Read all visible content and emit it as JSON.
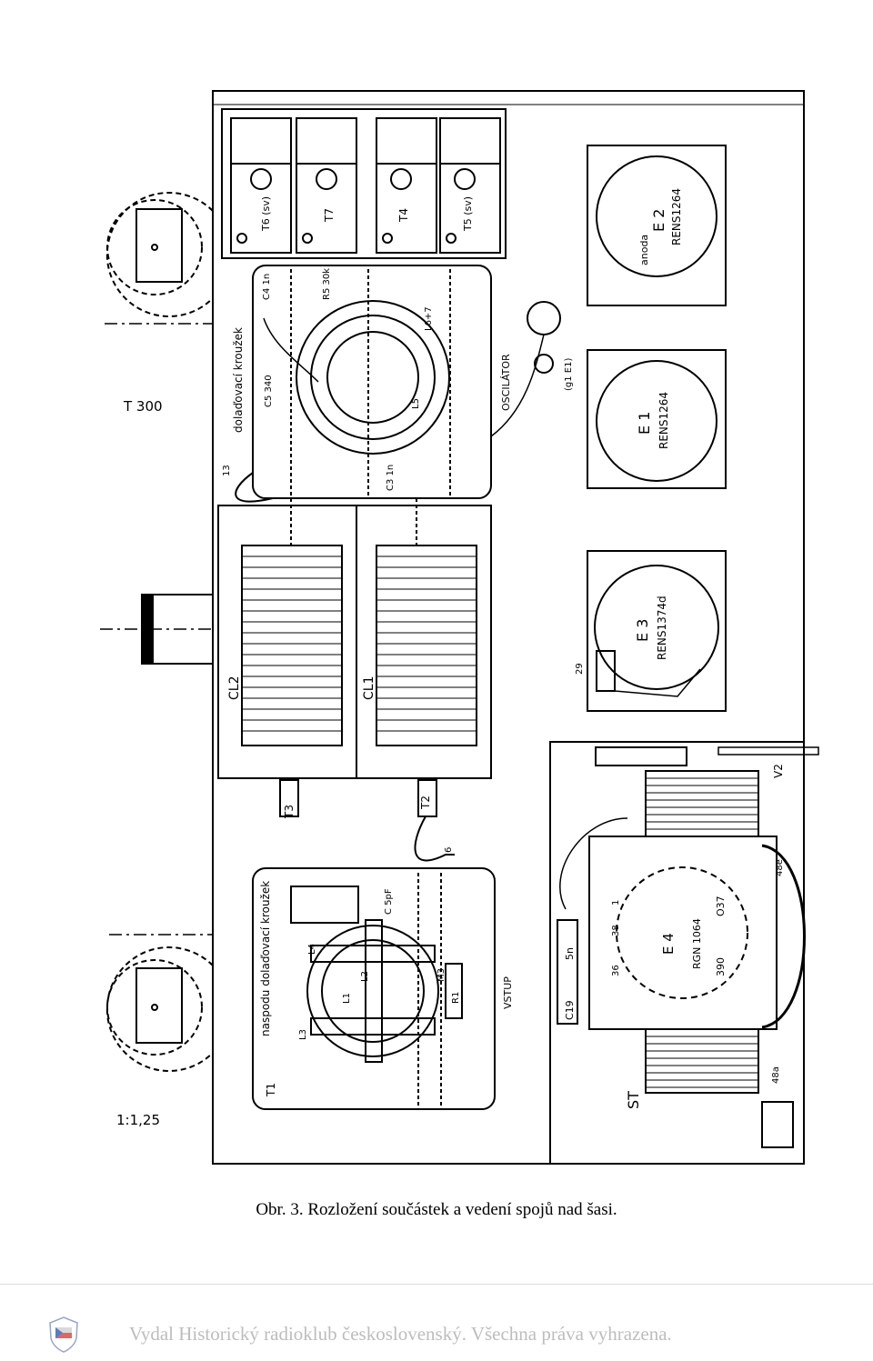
{
  "figure": {
    "caption": "Obr. 3. Rozložení součástek a vedení spojů nad šasi.",
    "scale": "1:1,25",
    "trimmers": [
      "T 300",
      "T1",
      "T2",
      "T3",
      "T4",
      "T5 (sv)",
      "T6 (sv)",
      "T7"
    ],
    "tubes": [
      {
        "id": "E 2",
        "type": "RENS1264",
        "note": "anoda"
      },
      {
        "id": "E 1",
        "type": "RENS1264",
        "note": ""
      },
      {
        "id": "E 3",
        "type": "RENS1374d",
        "note": ""
      },
      {
        "id": "E 4",
        "type": "RGN 1064",
        "pins": [
          "390",
          "O37"
        ]
      }
    ],
    "capacitor_sections": [
      "CL2",
      "CL1"
    ],
    "coil_oscillator": {
      "title": "dolaďovací kroužek",
      "label": "OSCILÁTOR",
      "parts": [
        "C4 1n",
        "R5 30k",
        "C5 340",
        "C3 1n",
        "L5",
        "L6+7"
      ]
    },
    "coil_input": {
      "title": "naspodu dolaďovací kroužek",
      "label": "VSTUP",
      "parts": [
        "L1",
        "L2",
        "L3",
        "L4",
        "R1",
        "M3",
        "C 5pF"
      ]
    },
    "power": {
      "transformer": "ST",
      "capacitor": "C19",
      "cap_value": "5n",
      "valve": "V2"
    },
    "lamp": "(g1 E1)",
    "terminals": [
      "13",
      "6",
      "29",
      "48a",
      "48e",
      "36",
      "38",
      "1"
    ]
  },
  "footer": {
    "publisher_text": "Vydal Historický radioklub československý. Všechna práva vyhrazena."
  },
  "colors": {
    "ink": "#000000",
    "footer_text": "#bdbdbd"
  }
}
